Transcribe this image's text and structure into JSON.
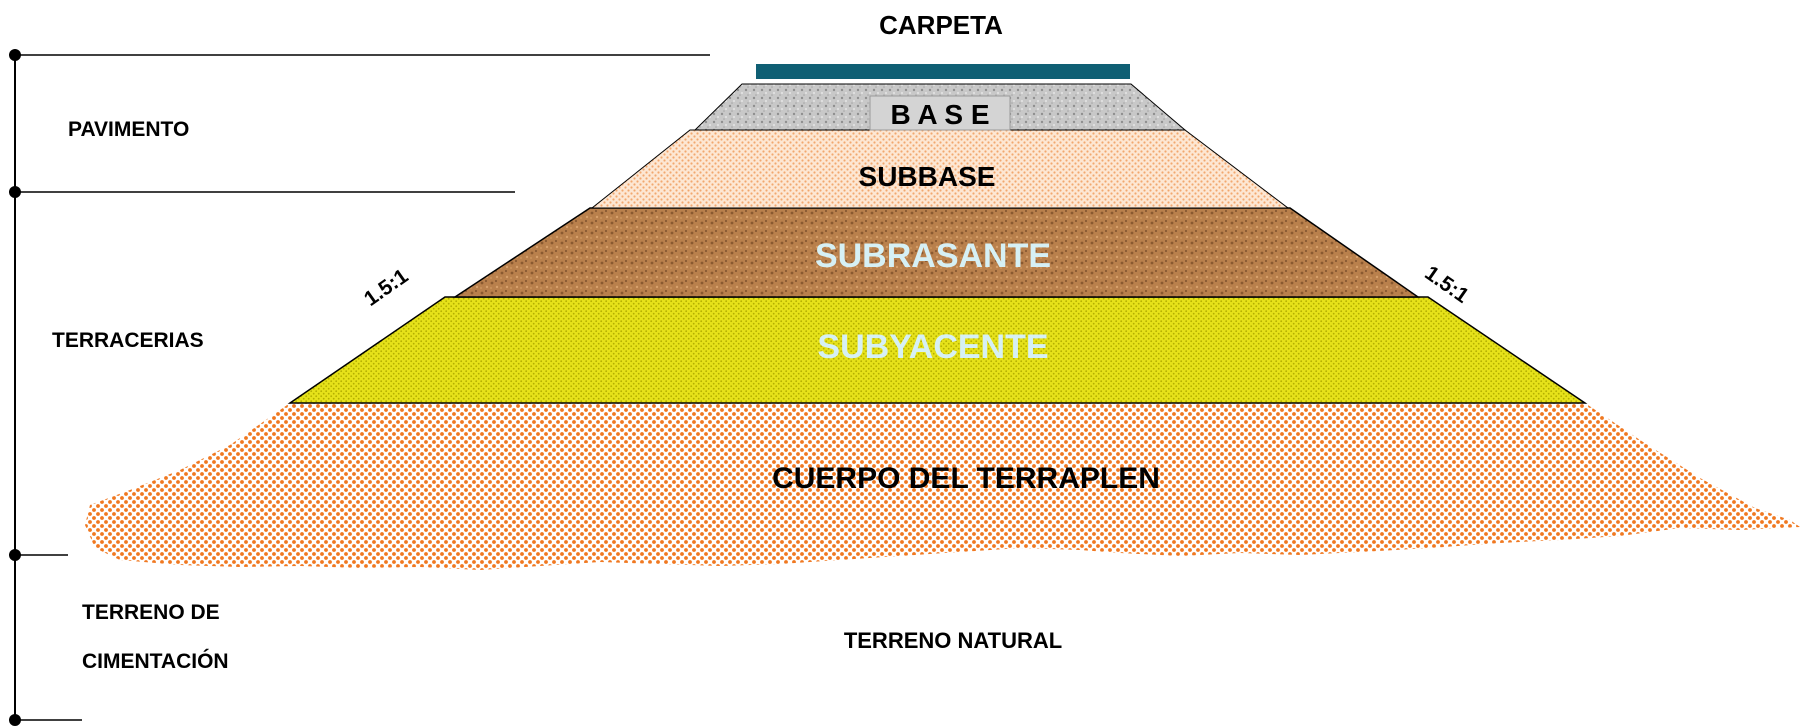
{
  "labels": {
    "carpeta": "CARPETA",
    "base": "B A S E",
    "subbase": "SUBBASE",
    "subrasante": "SUBRASANTE",
    "subyacente": "SUBYACENTE",
    "cuerpo": "CUERPO DEL TERRAPLEN",
    "terreno_natural": "TERRENO NATURAL",
    "slope_left": "1.5:1",
    "slope_right": "1.5:1"
  },
  "left_scale": {
    "pavimento": "PAVIMENTO",
    "terracerias": "TERRACERIAS",
    "terreno_line1": "TERRENO DE",
    "terreno_line2": "CIMENTACIÓN"
  },
  "colors": {
    "carpeta": "#0f5f74",
    "base": "#c9c9c9",
    "subbase_dot": "#f2a86f",
    "subrasante": "#b9804c",
    "subyacente": "#d8d400",
    "cuerpo_dot": "#f07820",
    "light_text": "#d6f0f5"
  }
}
